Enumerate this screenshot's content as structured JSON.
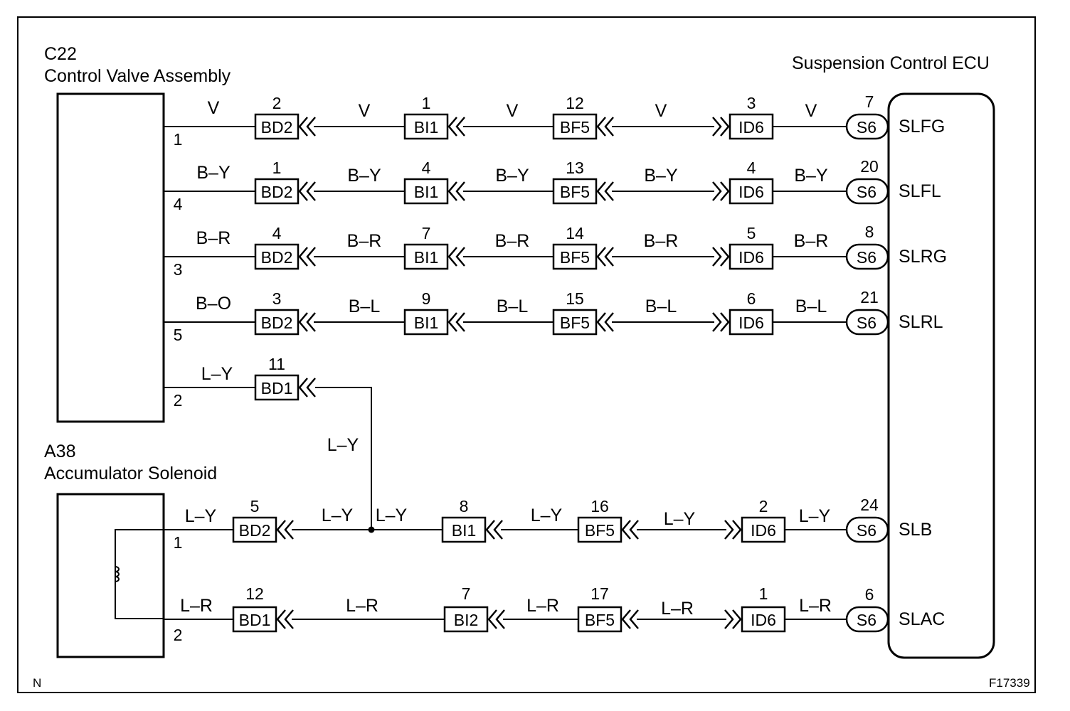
{
  "components": {
    "valve_code": "C22",
    "valve_name": "Control Valve Assembly",
    "solenoid_code": "A38",
    "solenoid_name": "Accumulator Solenoid",
    "ecu_name": "Suspension Control ECU"
  },
  "corner_note": "N",
  "figure_id": "F17339",
  "circuits": [
    {
      "source_pin": "1",
      "ecu_terminal": "SLFG",
      "segments": [
        {
          "color": "V",
          "connector": "BD2",
          "pin": "2"
        },
        {
          "color": "V",
          "connector": "BI1",
          "pin": "1"
        },
        {
          "color": "V",
          "connector": "BF5",
          "pin": "12"
        },
        {
          "color": "V",
          "connector": "ID6",
          "pin": "3"
        },
        {
          "color": "V",
          "connector": "S6",
          "pin": "7"
        }
      ]
    },
    {
      "source_pin": "4",
      "ecu_terminal": "SLFL",
      "segments": [
        {
          "color": "B–Y",
          "connector": "BD2",
          "pin": "1"
        },
        {
          "color": "B–Y",
          "connector": "BI1",
          "pin": "4"
        },
        {
          "color": "B–Y",
          "connector": "BF5",
          "pin": "13"
        },
        {
          "color": "B–Y",
          "connector": "ID6",
          "pin": "4"
        },
        {
          "color": "B–Y",
          "connector": "S6",
          "pin": "20"
        }
      ]
    },
    {
      "source_pin": "3",
      "ecu_terminal": "SLRG",
      "segments": [
        {
          "color": "B–R",
          "connector": "BD2",
          "pin": "4"
        },
        {
          "color": "B–R",
          "connector": "BI1",
          "pin": "7"
        },
        {
          "color": "B–R",
          "connector": "BF5",
          "pin": "14"
        },
        {
          "color": "B–R",
          "connector": "ID6",
          "pin": "5"
        },
        {
          "color": "B–R",
          "connector": "S6",
          "pin": "8"
        }
      ]
    },
    {
      "source_pin": "5",
      "ecu_terminal": "SLRL",
      "segments": [
        {
          "color": "B–O",
          "connector": "BD2",
          "pin": "3"
        },
        {
          "color": "B–L",
          "connector": "BI1",
          "pin": "9"
        },
        {
          "color": "B–L",
          "connector": "BF5",
          "pin": "15"
        },
        {
          "color": "B–L",
          "connector": "ID6",
          "pin": "6"
        },
        {
          "color": "B–L",
          "connector": "S6",
          "pin": "21"
        }
      ]
    }
  ],
  "valve_branch": {
    "source_pin": "2",
    "color": "L–Y",
    "connector": "BD1",
    "pin": "11",
    "drop_color": "L–Y"
  },
  "slb": {
    "source_pin": "1",
    "ecu_terminal": "SLB",
    "segments": [
      {
        "color": "L–Y",
        "connector": "BD2",
        "pin": "5"
      },
      {
        "color": "L–Y",
        "connector": "",
        "pin": ""
      },
      {
        "color": "L–Y",
        "connector": "BI1",
        "pin": "8"
      },
      {
        "color": "L–Y",
        "connector": "BF5",
        "pin": "16"
      },
      {
        "color": "L–Y",
        "connector": "ID6",
        "pin": "2"
      },
      {
        "color": "L–Y",
        "connector": "S6",
        "pin": "24"
      }
    ]
  },
  "slac": {
    "source_pin": "2",
    "ecu_terminal": "SLAC",
    "segments": [
      {
        "color": "L–R",
        "connector": "BD1",
        "pin": "12"
      },
      {
        "color": "L–R",
        "connector": "BI2",
        "pin": "7"
      },
      {
        "color": "L–R",
        "connector": "BF5",
        "pin": "17"
      },
      {
        "color": "L–R",
        "connector": "ID6",
        "pin": "1"
      },
      {
        "color": "L–R",
        "connector": "S6",
        "pin": "6"
      }
    ]
  }
}
